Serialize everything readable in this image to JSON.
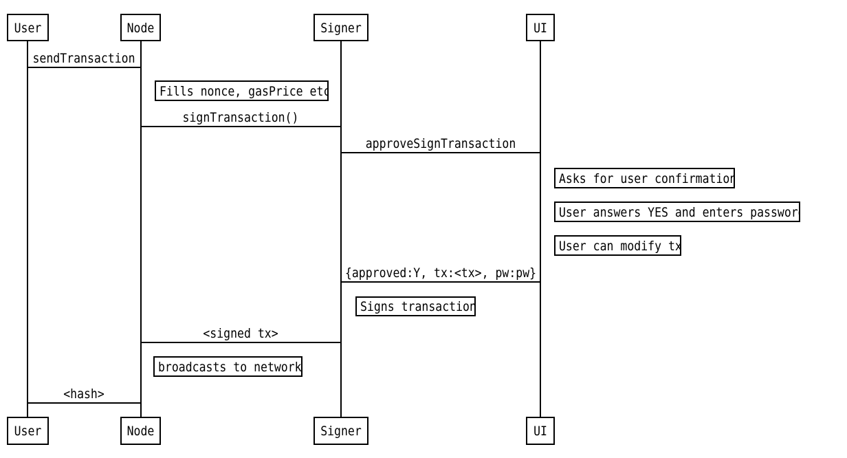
{
  "diagram": {
    "type": "sequence",
    "colors": {
      "background": "#ffffff",
      "stroke": "#000000",
      "text": "#000000"
    },
    "actors": [
      {
        "id": "user",
        "label": "User"
      },
      {
        "id": "node",
        "label": "Node"
      },
      {
        "id": "signer",
        "label": "Signer"
      },
      {
        "id": "ui",
        "label": "UI"
      }
    ],
    "messages": [
      {
        "from": "User",
        "to": "Node",
        "label": "sendTransaction"
      },
      {
        "from": "Node",
        "to": "Signer",
        "label": "signTransaction()"
      },
      {
        "from": "Signer",
        "to": "UI",
        "label": "approveSignTransaction"
      },
      {
        "from": "UI",
        "to": "Signer",
        "label": "{approved:Y, tx:<tx>, pw:pw}"
      },
      {
        "from": "Signer",
        "to": "Node",
        "label": "<signed tx>"
      },
      {
        "from": "Node",
        "to": "User",
        "label": "<hash>"
      }
    ],
    "notes": [
      {
        "on": "Node",
        "text": "Fills nonce, gasPrice etc"
      },
      {
        "on": "UI",
        "text": "Asks for user confirmation"
      },
      {
        "on": "UI",
        "text": "User answers YES and enters password"
      },
      {
        "on": "UI",
        "text": "User can modify tx"
      },
      {
        "on": "Signer",
        "text": "Signs transaction"
      },
      {
        "on": "Node",
        "text": "broadcasts to network"
      }
    ]
  }
}
